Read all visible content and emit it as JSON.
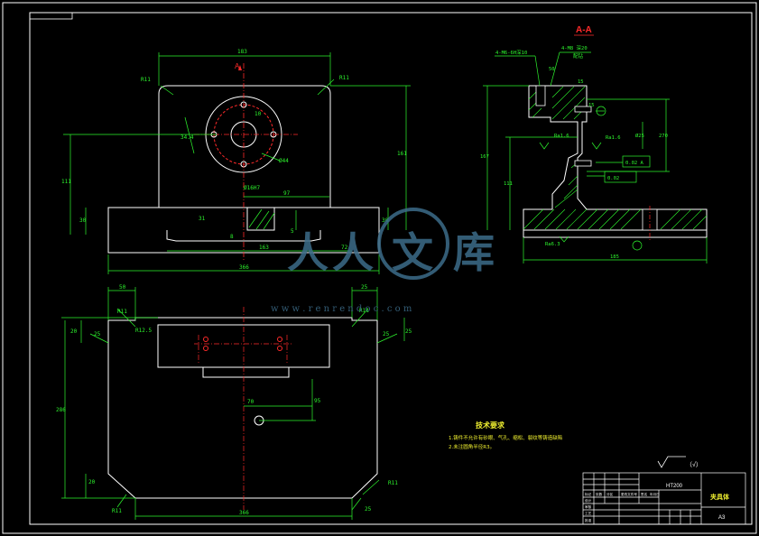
{
  "section_label": "A-A",
  "section_marker": "A",
  "watermark": {
    "chars": [
      "人",
      "人",
      "文",
      "库"
    ],
    "url": "w w w . r e n r e n d o c . c o m"
  },
  "front_view": {
    "dims": {
      "top_width": "183",
      "r_left": "R11",
      "r_right": "R11",
      "bore": "Ø44",
      "pitch": "34.4",
      "height_total": "161",
      "height_mid": "111",
      "base_h": "30",
      "slot_w": "Ø16H7",
      "slot_off": "97",
      "base_w": "366",
      "inner_w": "163",
      "offset_r": "72",
      "step": "31",
      "small_h": "8",
      "small_h2": "30",
      "gap": "5",
      "small_w": "10"
    }
  },
  "side_view": {
    "callouts": {
      "c1": "4-M6-6H深10",
      "c2": "4-M8 深20",
      "c3": "配钻",
      "c4": "15",
      "c5": "50"
    },
    "dims": {
      "w_total": "185",
      "h_total": "167",
      "h_mid": "111",
      "d1": "Ø25",
      "d2": "270",
      "d3": "15"
    },
    "roughness": {
      "r1": "Ra1.6",
      "r2": "Ra1.6",
      "r3": "Ra6.3"
    },
    "tolerances": {
      "t1": "0.02 A",
      "t2": "0.02"
    }
  },
  "plan_view": {
    "dims": {
      "w_top": "50",
      "w_top_r": "25",
      "r_tl": "R11",
      "r_tr": "R11",
      "side_l": "25",
      "side_r": "25",
      "offset": "R12.5",
      "height": "286",
      "hole_x": "70",
      "hole_y": "95",
      "corner_bl": "R11",
      "corner_br": "R11",
      "bottom_w": "366",
      "left_small": "20",
      "right_small": "25"
    }
  },
  "tech_req": {
    "title": "技术要求",
    "items": [
      "1.铸件不允许有砂眼、气孔、缩松、裂纹等铸造缺陷",
      "2.未注圆角半径R3。"
    ]
  },
  "roughness_note": "（√）",
  "title_block": {
    "material": "HT200",
    "name": "夹具体",
    "sheet_size": "A3",
    "labels": [
      "标记",
      "处数",
      "分区",
      "更改文件号",
      "签名",
      "年月日",
      "设计",
      "审核",
      "工艺",
      "批准"
    ]
  }
}
